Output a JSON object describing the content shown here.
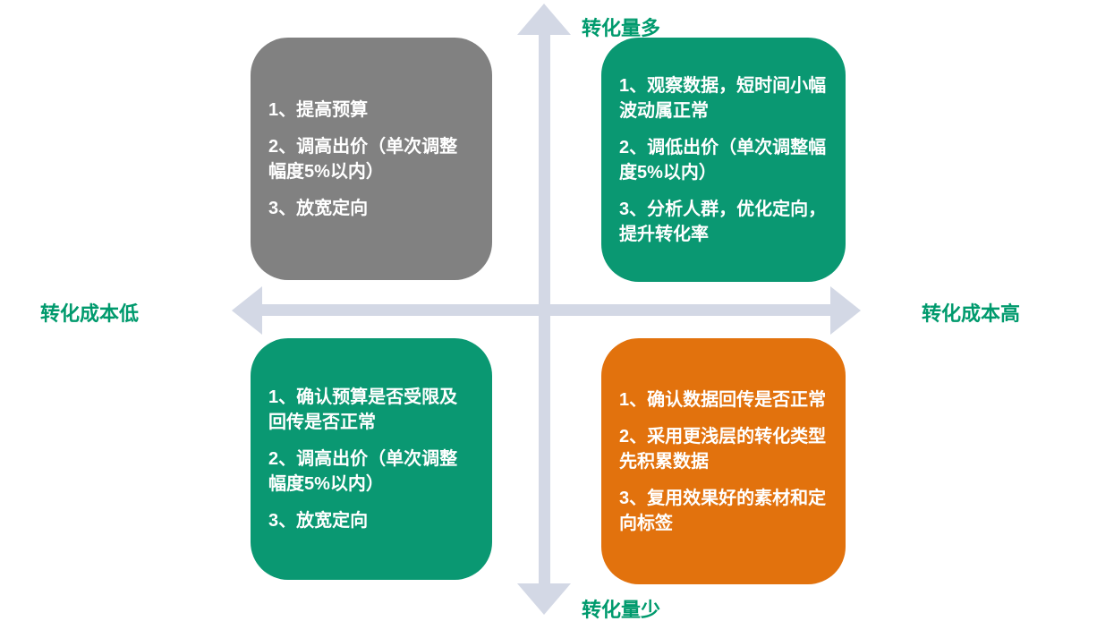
{
  "colors": {
    "green": "#0a9872",
    "gray": "#818181",
    "orange": "#e2720d",
    "arrow": "#d3d8e5",
    "label_green": "#009a6d",
    "box_text": "#ffffff",
    "background": "#ffffff"
  },
  "axes": {
    "y_positive_label": "转化量多",
    "y_negative_label": "转化量少",
    "x_negative_label": "转化成本低",
    "x_positive_label": "转化成本高"
  },
  "quadrants": {
    "top_left": {
      "color": "#818181",
      "items": [
        "1、提高预算",
        "2、调高出价（单次调整幅度5%以内）",
        "3、放宽定向"
      ]
    },
    "top_right": {
      "color": "#0a9872",
      "items": [
        "1、观察数据，短时间小幅波动属正常",
        "2、调低出价（单次调整幅度5%以内）",
        "3、分析人群，优化定向，提升转化率"
      ]
    },
    "bottom_left": {
      "color": "#0a9872",
      "items": [
        "1、确认预算是否受限及回传是否正常",
        "2、调高出价（单次调整幅度5%以内）",
        "3、放宽定向"
      ]
    },
    "bottom_right": {
      "color": "#e2720d",
      "items": [
        "1、确认数据回传是否正常",
        "2、采用更浅层的转化类型先积累数据",
        "3、复用效果好的素材和定向标签"
      ]
    }
  }
}
